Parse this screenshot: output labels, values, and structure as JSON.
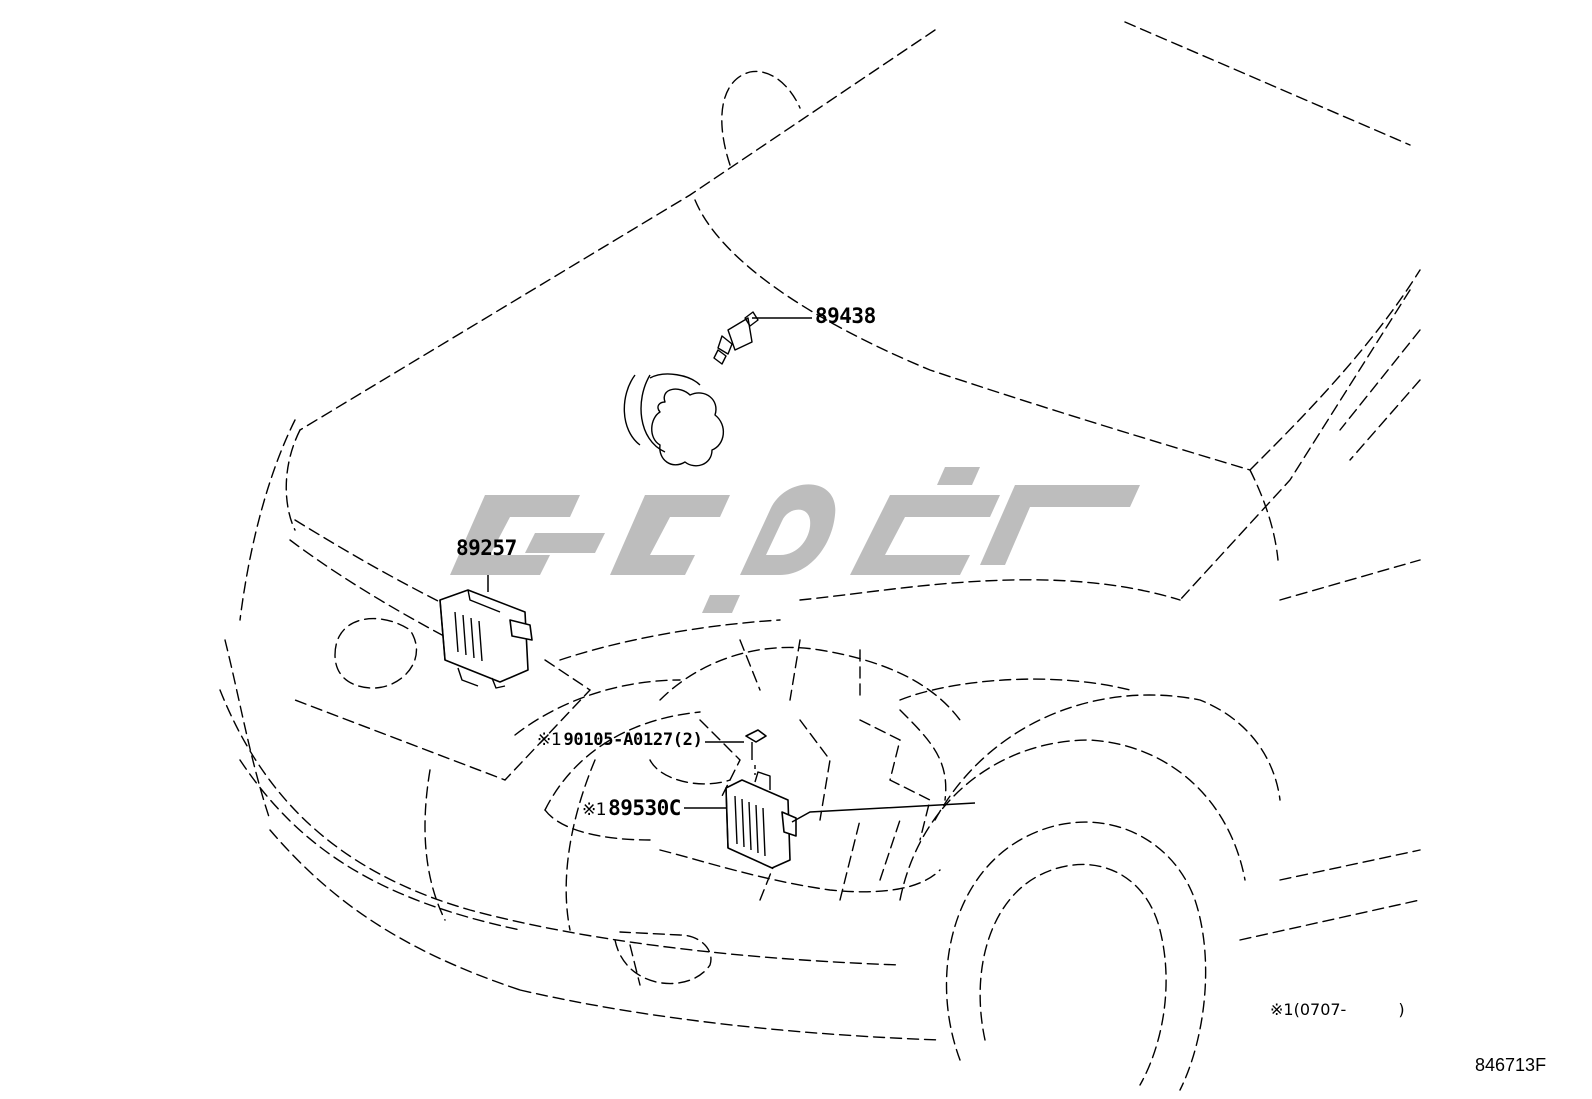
{
  "diagram": {
    "callouts": [
      {
        "id": "p89438",
        "mark": "",
        "text": "89438"
      },
      {
        "id": "p89257",
        "mark": "",
        "text": "89257"
      },
      {
        "id": "p90105",
        "mark": "※1",
        "text": "90105-A0127(2)"
      },
      {
        "id": "p89530c",
        "mark": "※1",
        "text": "89530C"
      }
    ],
    "footnote": {
      "mark": "※1",
      "text": "(0707-",
      "close": ")"
    },
    "figure_code": "846713F",
    "watermark": {
      "text": "یدک پارت",
      "color": "#bdbdbd"
    }
  }
}
